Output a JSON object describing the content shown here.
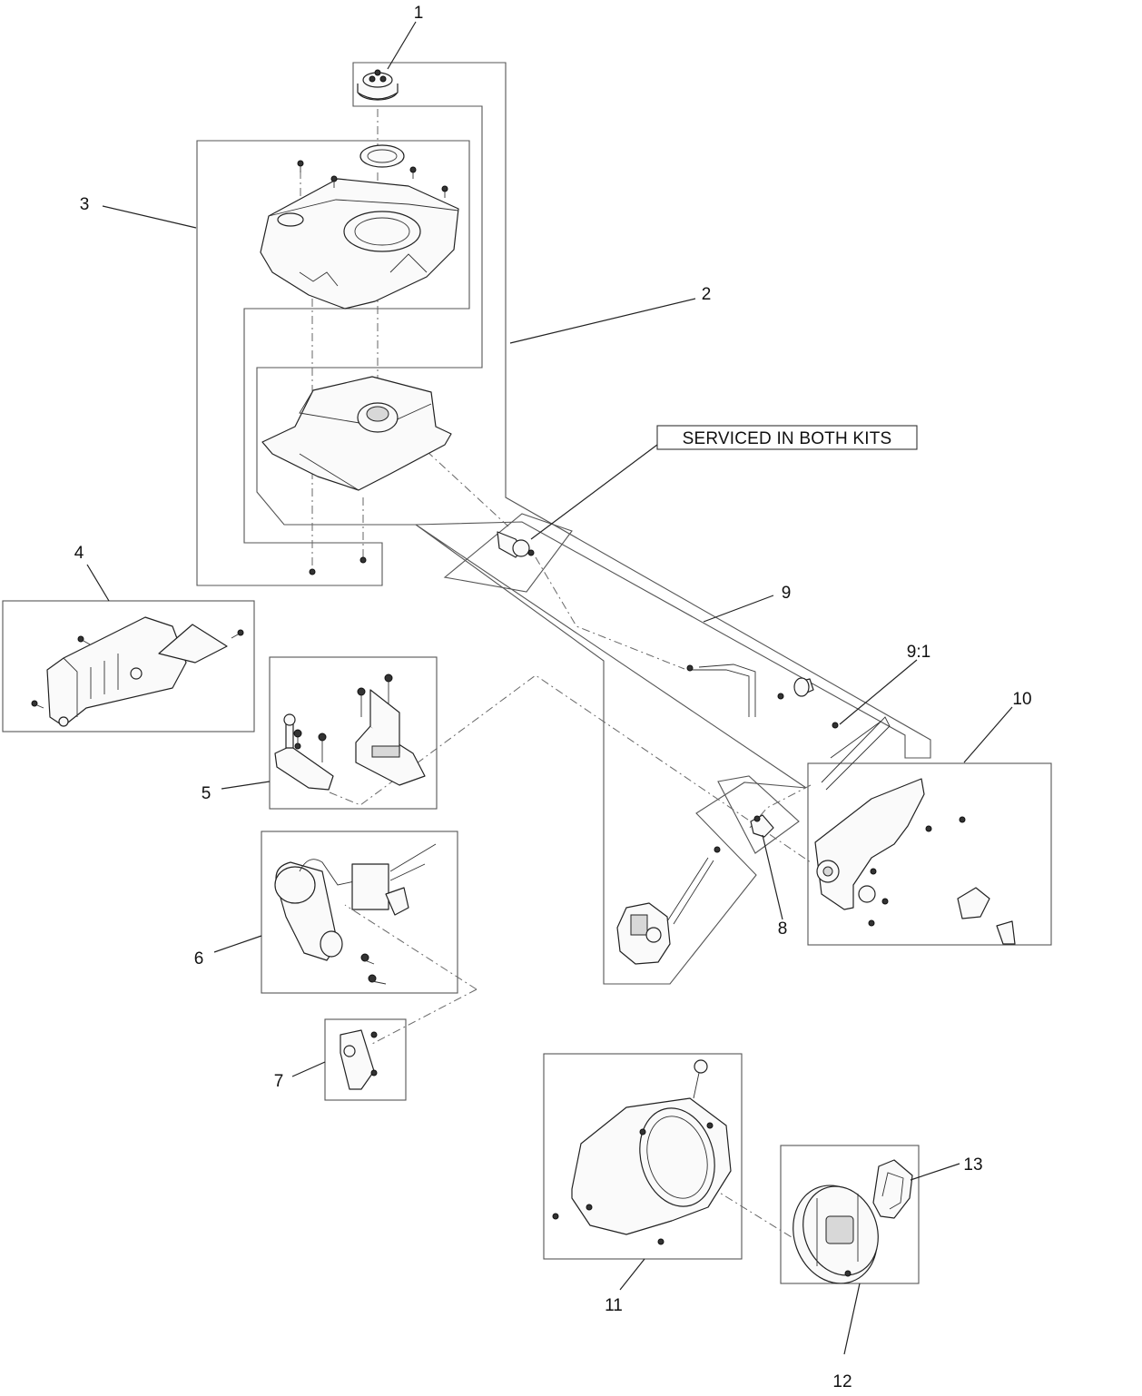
{
  "callouts": {
    "c1": "1",
    "c2": "2",
    "c3": "3",
    "c4": "4",
    "c5": "5",
    "c6": "6",
    "c7": "7",
    "c8": "8",
    "c9": "9",
    "c9_1": "9:1",
    "c10": "10",
    "c11": "11",
    "c12": "12",
    "c13": "13"
  },
  "note": "SERVICED IN BOTH KITS",
  "parts": [
    {
      "callout": "1",
      "icon": "fuel-cap-icon"
    },
    {
      "callout": "2",
      "icon": "fuel-tank-kit-icon"
    },
    {
      "callout": "3",
      "icon": "fuel-tank-shroud-icon"
    },
    {
      "callout": "4",
      "icon": "air-filter-bracket-icon"
    },
    {
      "callout": "5",
      "icon": "bracket-kit-icon"
    },
    {
      "callout": "6",
      "icon": "electric-starter-icon"
    },
    {
      "callout": "7",
      "icon": "starter-bracket-icon"
    },
    {
      "callout": "8",
      "icon": "carburetor-kit-icon"
    },
    {
      "callout": "9",
      "icon": "fuel-line-kit-icon"
    },
    {
      "callout": "9:1",
      "icon": "fuel-filter-icon"
    },
    {
      "callout": "10",
      "icon": "control-panel-icon"
    },
    {
      "callout": "11",
      "icon": "blower-housing-icon"
    },
    {
      "callout": "12",
      "icon": "recoil-starter-icon"
    },
    {
      "callout": "13",
      "icon": "starter-handle-icon"
    }
  ]
}
